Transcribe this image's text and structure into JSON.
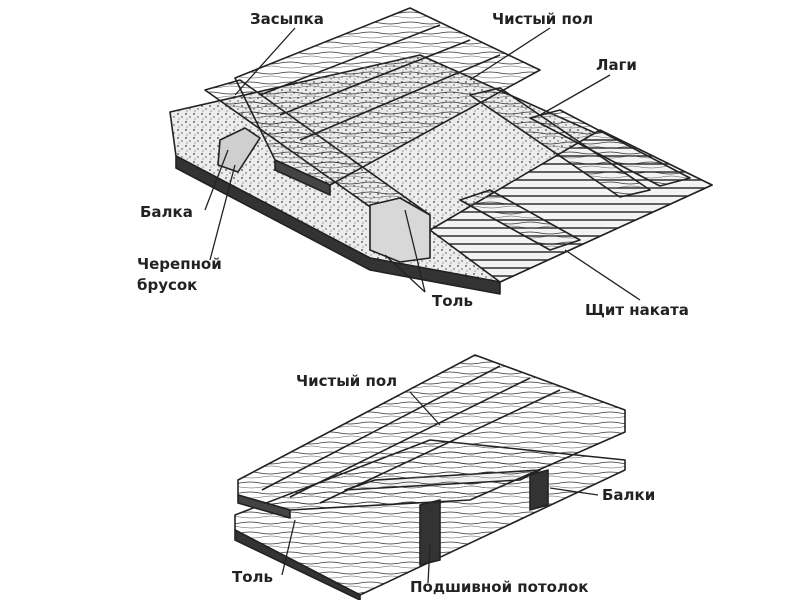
{
  "diagram_top": {
    "labels": {
      "zasypka": "Засыпка",
      "chisty_pol": "Чистый пол",
      "lagi": "Лаги",
      "balka": "Балка",
      "cherepnoy_line1": "Черепной",
      "cherepnoy_line2": "брусок",
      "tol": "Толь",
      "shchit_nakata": "Щит наката"
    }
  },
  "diagram_bottom": {
    "labels": {
      "chisty_pol": "Чистый пол",
      "balki": "Балки",
      "tol": "Толь",
      "podshivnoy_potolok": "Подшивной потолок"
    }
  },
  "colors": {
    "ink": "#222222",
    "paper": "#ffffff",
    "fill_dots": "#e9e9e9"
  }
}
